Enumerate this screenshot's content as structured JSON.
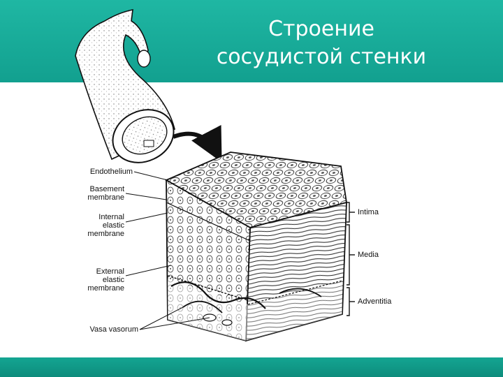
{
  "slide": {
    "title_line1": "Строение",
    "title_line2": "сосудистой стенки",
    "colors": {
      "header": "#17a896",
      "footer": "#0f9382",
      "title_text": "#ffffff"
    }
  },
  "diagram": {
    "left_labels": {
      "endothelium": "Endothelium",
      "basement_membrane": "Basement\nmembrane",
      "internal_elastic_membrane": "Internal\nelastic\nmembrane",
      "external_elastic_membrane": "External\nelastic\nmembrane",
      "vasa_vasorum": "Vasa vasorum"
    },
    "right_labels": {
      "intima": "Intima",
      "media": "Media",
      "adventitia": "Adventitia"
    }
  }
}
